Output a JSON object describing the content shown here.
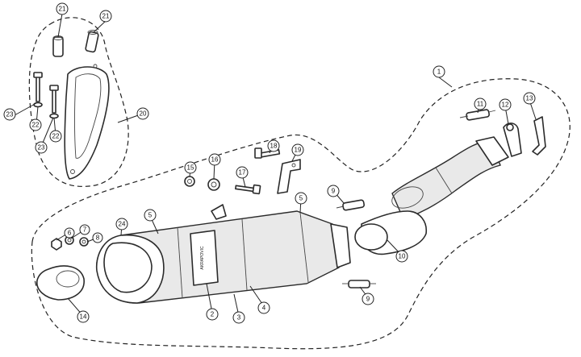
{
  "diagram": {
    "type": "exploded-parts-diagram",
    "brand_badge_text": "AKRAPOVIC",
    "callouts": [
      {
        "id": "c1",
        "label": "1"
      },
      {
        "id": "c2",
        "label": "2"
      },
      {
        "id": "c3",
        "label": "3"
      },
      {
        "id": "c4",
        "label": "4"
      },
      {
        "id": "c5a",
        "label": "5"
      },
      {
        "id": "c5b",
        "label": "5"
      },
      {
        "id": "c6",
        "label": "6"
      },
      {
        "id": "c7",
        "label": "7"
      },
      {
        "id": "c8",
        "label": "8"
      },
      {
        "id": "c9a",
        "label": "9"
      },
      {
        "id": "c9b",
        "label": "9"
      },
      {
        "id": "c10",
        "label": "10"
      },
      {
        "id": "c11",
        "label": "11"
      },
      {
        "id": "c12",
        "label": "12"
      },
      {
        "id": "c13",
        "label": "13"
      },
      {
        "id": "c14",
        "label": "14"
      },
      {
        "id": "c15",
        "label": "15"
      },
      {
        "id": "c16",
        "label": "16"
      },
      {
        "id": "c17",
        "label": "17"
      },
      {
        "id": "c18",
        "label": "18"
      },
      {
        "id": "c19",
        "label": "19"
      },
      {
        "id": "c20",
        "label": "20"
      },
      {
        "id": "c21a",
        "label": "21"
      },
      {
        "id": "c21b",
        "label": "21"
      },
      {
        "id": "c22a",
        "label": "22"
      },
      {
        "id": "c22b",
        "label": "22"
      },
      {
        "id": "c23a",
        "label": "23"
      },
      {
        "id": "c23b",
        "label": "23"
      },
      {
        "id": "c24",
        "label": "24"
      }
    ]
  }
}
